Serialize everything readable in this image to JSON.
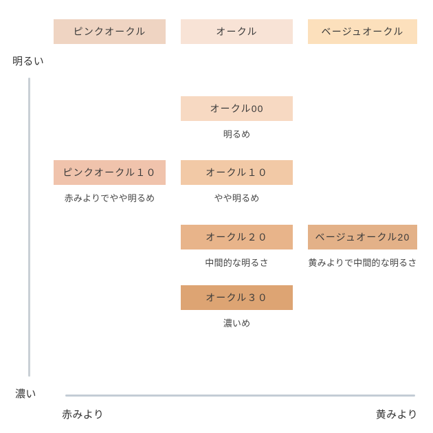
{
  "axes": {
    "y_top_label": "明るい",
    "y_bottom_label": "濃い",
    "x_left_label": "赤みより",
    "x_right_label": "黄みより"
  },
  "columns": [
    {
      "key": "pink_ochre",
      "label": "ピンクオークル",
      "color": "#EFD4C2"
    },
    {
      "key": "ochre",
      "label": "オークル",
      "color": "#F8E3D6"
    },
    {
      "key": "beige_ochre",
      "label": "ベージュオークル",
      "color": "#FCE0BC"
    }
  ],
  "shades": [
    {
      "key": "ochre_00",
      "label": "オークル00",
      "caption": "明るめ",
      "color": "#F7D9C2"
    },
    {
      "key": "pink_ochre_10",
      "label": "ピンクオークル１０",
      "caption": "赤みよりでやや明るめ",
      "color": "#F0C3AC"
    },
    {
      "key": "ochre_10",
      "label": "オークル１０",
      "caption": "やや明るめ",
      "color": "#F2C9A6"
    },
    {
      "key": "ochre_20",
      "label": "オークル２０",
      "caption": "中間的な明るさ",
      "color": "#E8B48A"
    },
    {
      "key": "beige_ochre_20",
      "label": "ベージュオークル20",
      "caption": "黄みよりで中間的な明るさ",
      "color": "#E3B188"
    },
    {
      "key": "ochre_30",
      "label": "オークル３０",
      "caption": "濃いめ",
      "color": "#DDA473"
    }
  ],
  "chart_data": {
    "type": "scatter",
    "title": "",
    "xlabel": "赤みより ↔ 黄みより",
    "ylabel": "明るい ↔ 濃い",
    "x_axis_ticks": [
      "赤みより",
      "黄みより"
    ],
    "y_axis_ticks": [
      "明るい",
      "濃い"
    ],
    "grid": false,
    "legend": "top",
    "categories": [
      "ピンクオークル",
      "オークル",
      "ベージュオークル"
    ],
    "points": [
      {
        "label": "オークル00",
        "column": "オークル",
        "x": 2,
        "y": 1,
        "caption": "明るめ",
        "color": "#F7D9C2"
      },
      {
        "label": "ピンクオークル１０",
        "column": "ピンクオークル",
        "x": 1,
        "y": 2,
        "caption": "赤みよりでやや明るめ",
        "color": "#F0C3AC"
      },
      {
        "label": "オークル１０",
        "column": "オークル",
        "x": 2,
        "y": 2,
        "caption": "やや明るめ",
        "color": "#F2C9A6"
      },
      {
        "label": "オークル２０",
        "column": "オークル",
        "x": 2,
        "y": 3,
        "caption": "中間的な明るさ",
        "color": "#E8B48A"
      },
      {
        "label": "ベージュオークル20",
        "column": "ベージュオークル",
        "x": 3,
        "y": 3,
        "caption": "黄みよりで中間的な明るさ",
        "color": "#E3B188"
      },
      {
        "label": "オークル３０",
        "column": "オークル",
        "x": 2,
        "y": 4,
        "caption": "濃いめ",
        "color": "#DDA473"
      }
    ]
  },
  "colors": {
    "axis_vertical": "#c9d0d6",
    "axis_horizontal": "#c3ccd5",
    "text": "#333333",
    "background": "#ffffff"
  }
}
